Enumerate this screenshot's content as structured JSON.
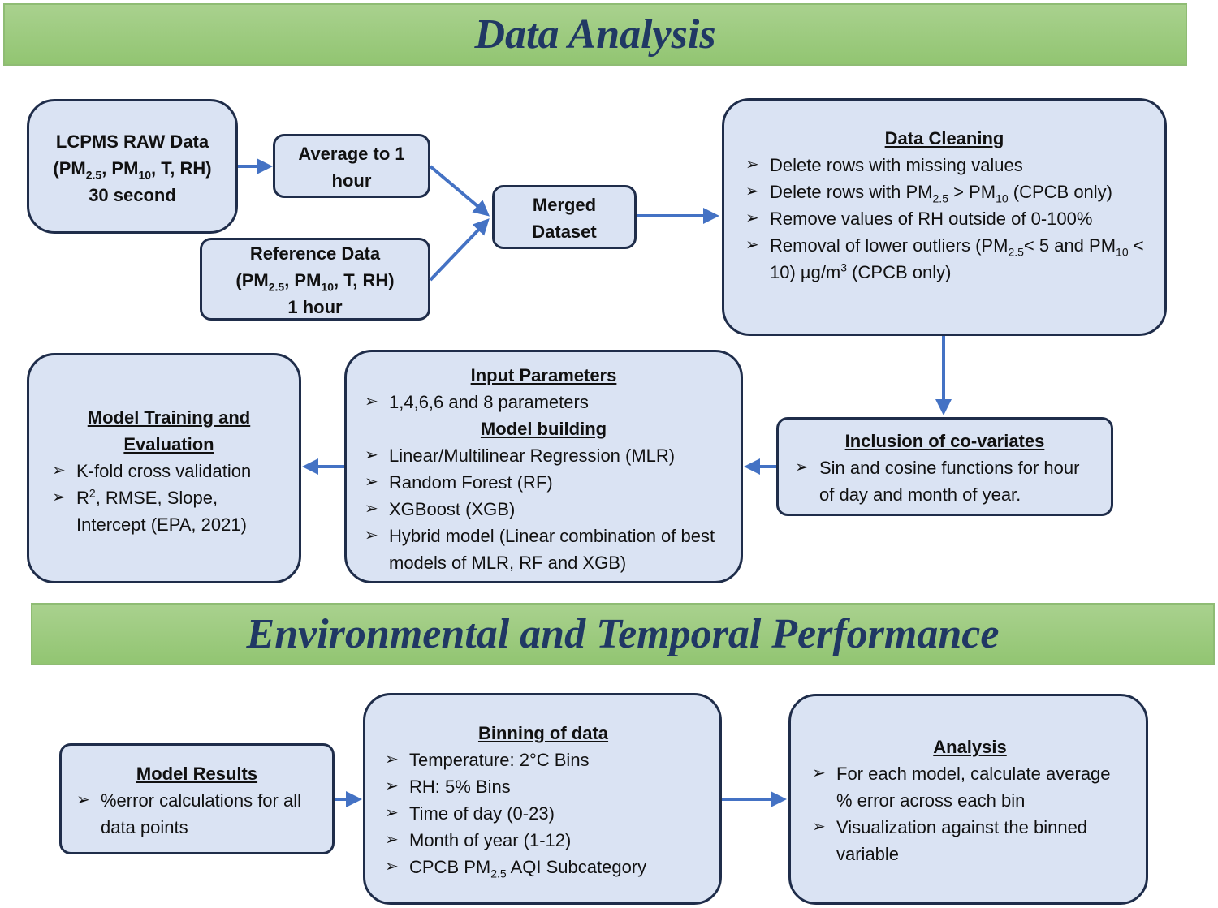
{
  "banners": {
    "top": "Data Analysis",
    "middle": "Environmental and Temporal Performance"
  },
  "colors": {
    "arrow": "#4472c4",
    "box_fill": "#dae3f3",
    "box_border": "#1f2d4a",
    "banner_fill": "#a9d18e",
    "banner_text": "#203864"
  },
  "lcpms": {
    "line1": "LCPMS RAW Data",
    "open": "(PM",
    "sub1": "2.5",
    "mid1": ", PM",
    "sub2": "10",
    "close": ", T, RH)",
    "line3": "30 second"
  },
  "average": {
    "text": "Average to 1 hour"
  },
  "reference": {
    "line1": "Reference Data",
    "open": "(PM",
    "sub1": "2.5",
    "mid1": ", PM",
    "sub2": "10",
    "close": ", T, RH)",
    "line3": "1 hour"
  },
  "merged": {
    "text": "Merged Dataset"
  },
  "cleaning": {
    "title": "Data Cleaning",
    "item1": "Delete rows with missing values",
    "item2_a": "Delete rows with PM",
    "item2_sub1": "2.5",
    "item2_b": " > PM",
    "item2_sub2": "10",
    "item2_c": " (CPCB only)",
    "item3": "Remove values of RH outside of 0-100%",
    "item4_a": "Removal of lower outliers (PM",
    "item4_sub1": "2.5",
    "item4_b": "< 5 and PM",
    "item4_sub2": "10",
    "item4_c": " < 10) µg/m",
    "item4_sup": "3",
    "item4_d": " (CPCB only)"
  },
  "covariates": {
    "title": "Inclusion of co-variates",
    "item1": "Sin and cosine functions for hour of day and month of year."
  },
  "input": {
    "title": "Input Parameters",
    "item1": "1,4,6,6 and 8 parameters",
    "subtitle": "Model building",
    "models": [
      "Linear/Multilinear Regression (MLR)",
      "Random Forest (RF)",
      "XGBoost (XGB)",
      "Hybrid model (Linear combination of best models of MLR, RF and XGB)"
    ]
  },
  "training": {
    "title": "Model Training and Evaluation",
    "item1": "K-fold cross validation",
    "item2_a": "R",
    "item2_sup": "2",
    "item2_b": ", RMSE, Slope, Intercept (EPA, 2021)"
  },
  "results": {
    "title": "Model Results",
    "item1": "%error calculations for all data points"
  },
  "binning": {
    "title": "Binning of data",
    "items": [
      "Temperature: 2°C Bins",
      "RH: 5% Bins",
      "Time of day (0-23)",
      "Month of year (1-12)"
    ],
    "item5_a": "CPCB PM",
    "item5_sub": "2.5",
    "item5_b": " AQI Subcategory"
  },
  "analysis": {
    "title": "Analysis",
    "item1": "For each model, calculate average % error across each bin",
    "item2": "Visualization against the binned variable"
  },
  "icons": {
    "bullet": "➢"
  }
}
